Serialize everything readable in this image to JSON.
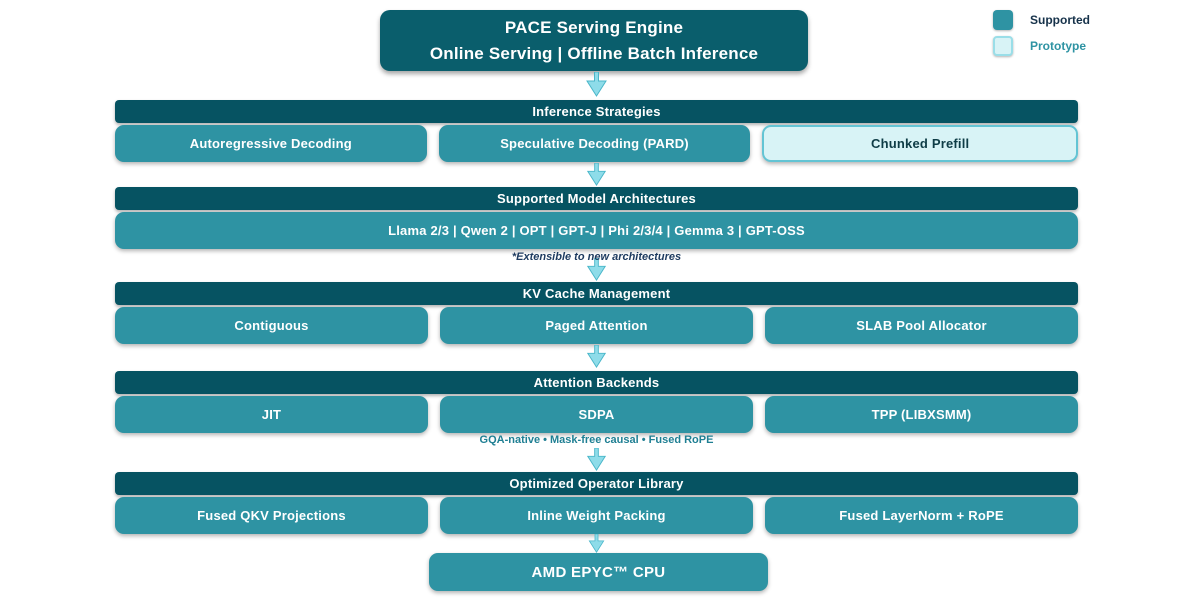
{
  "root": {
    "line1": "PACE Serving Engine",
    "line2": "Online Serving | Offline Batch Inference"
  },
  "legend": {
    "supported": "Supported",
    "prototype": "Prototype"
  },
  "sections": [
    {
      "title": "Inference Strategies",
      "boxes": [
        {
          "label": "Autoregressive Decoding",
          "type": "supported"
        },
        {
          "label": "Speculative Decoding (PARD)",
          "type": "supported"
        },
        {
          "label": "Chunked Prefill",
          "type": "prototype"
        }
      ]
    },
    {
      "title": "Supported Model Architectures",
      "boxes": [
        {
          "label": "Llama 2/3 | Qwen 2 | OPT | GPT-J | Phi 2/3/4 | Gemma 3 | GPT-OSS",
          "type": "supported"
        }
      ],
      "note": "*Extensible to new architectures"
    },
    {
      "title": "KV Cache Management",
      "boxes": [
        {
          "label": "Contiguous",
          "type": "supported"
        },
        {
          "label": "Paged Attention",
          "type": "supported"
        },
        {
          "label": "SLAB Pool Allocator",
          "type": "supported"
        }
      ]
    },
    {
      "title": "Attention Backends",
      "boxes": [
        {
          "label": "JIT",
          "type": "supported"
        },
        {
          "label": "SDPA",
          "type": "supported"
        },
        {
          "label": "TPP (LIBXSMM)",
          "type": "supported"
        }
      ],
      "note": "GQA-native • Mask-free causal • Fused RoPE"
    },
    {
      "title": "Optimized Operator Library",
      "boxes": [
        {
          "label": "Fused QKV Projections",
          "type": "supported"
        },
        {
          "label": "Inline Weight Packing",
          "type": "supported"
        },
        {
          "label": "Fused LayerNorm + RoPE",
          "type": "supported"
        }
      ]
    }
  ],
  "footer": {
    "label": "AMD EPYC™ CPU"
  },
  "colors": {
    "header_bar": "#065362",
    "root_box": "#0a5e6c",
    "supported_box": "#2e93a3",
    "prototype_fill": "#d8f3f6",
    "prototype_border": "#63c4d4",
    "arrow_fill": "#8edce9",
    "arrow_stroke": "#49b6c9",
    "note_dark": "#1d3a5f",
    "note_teal": "#1f7f93"
  }
}
